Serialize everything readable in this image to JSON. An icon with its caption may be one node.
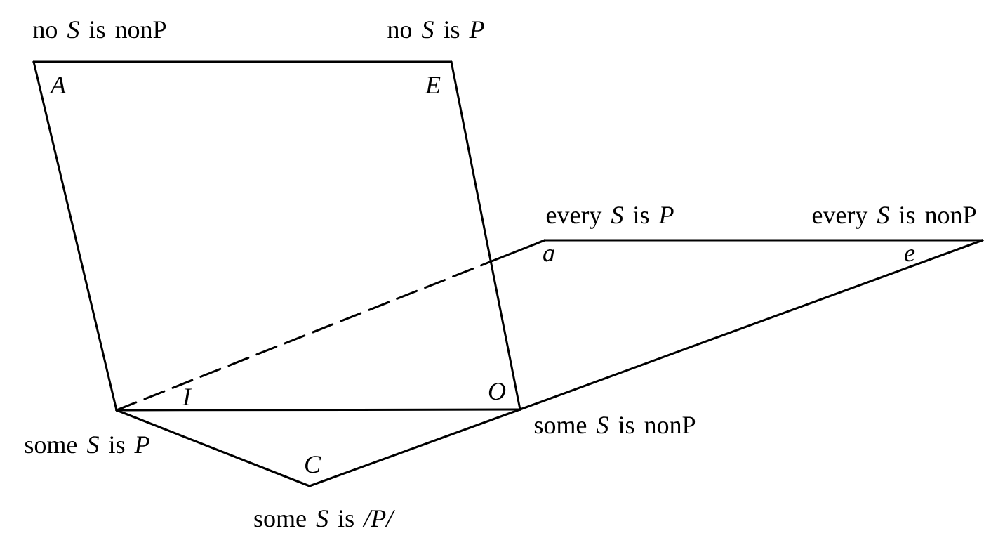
{
  "diagram": {
    "nodes": [
      {
        "text": [
          "A"
        ],
        "beside": [
          "no *S* is nonP"
        ]
      },
      {
        "text": [
          "E"
        ],
        "beside": [
          "no *S* is *P*"
        ]
      },
      {
        "text": [
          "a"
        ],
        "beside": [
          "every *S* is *P*"
        ]
      },
      {
        "text": [
          "e"
        ],
        "beside": [
          "every *S* is nonP"
        ]
      },
      {
        "text": [
          "I"
        ],
        "beside": [
          "some *S* is *P*"
        ]
      },
      {
        "text": [
          "O"
        ],
        "beside": [
          "some *S* is nonP"
        ]
      },
      {
        "text": [
          "C"
        ],
        "beside": [
          "some *S* is */P/*"
        ]
      }
    ],
    "edges": [
      {
        "from": 0,
        "to": 1,
        "arrow": "none"
      },
      {
        "from": 0,
        "to": 4,
        "arrow": "none"
      },
      {
        "from": 1,
        "to": 5,
        "arrow": "none"
      },
      {
        "from": 4,
        "to": 2,
        "arrow": "none",
        "style": "dashed"
      },
      {
        "from": 2,
        "to": 3,
        "arrow": "none"
      },
      {
        "from": 4,
        "to": 5,
        "arrow": "none"
      },
      {
        "from": 3,
        "to": 5,
        "arrow": "none"
      },
      {
        "from": 4,
        "to": 6,
        "arrow": "none"
      },
      {
        "from": 6,
        "to": 5,
        "arrow": "none"
      }
    ]
  }
}
